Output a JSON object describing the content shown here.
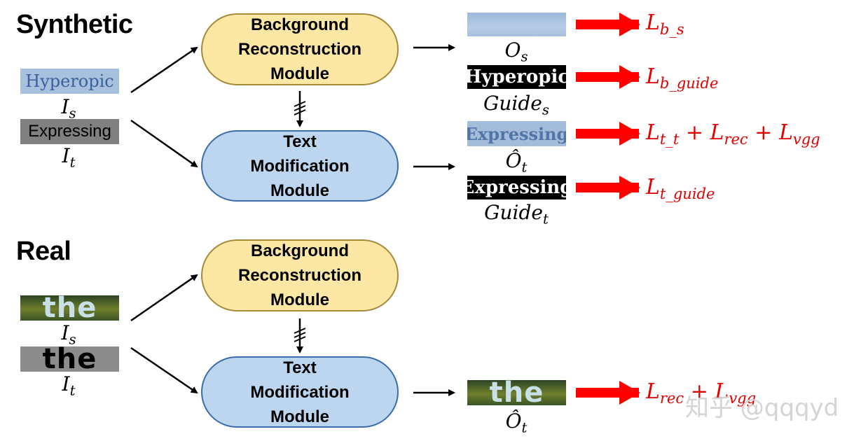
{
  "sections": {
    "synthetic": "Synthetic",
    "real": "Real"
  },
  "modules": {
    "bg_line1": "Background",
    "bg_line2": "Reconstruction",
    "bg_line3": "Module",
    "tm_line1": "Text",
    "tm_line2": "Modification",
    "tm_line3": "Module"
  },
  "inputs": {
    "synthetic_source_word": "Hyperopic",
    "synthetic_target_word": "Expressing",
    "real_source_word": "the",
    "real_target_word": "the",
    "label_source_base": "I",
    "label_source_sub": "s",
    "label_target_base": "I",
    "label_target_sub": "t"
  },
  "outputs": {
    "os_base": "O",
    "os_sub": "s",
    "guide_s_word": "Hyperopic",
    "guide_s_base": "Guide",
    "guide_s_sub": "s",
    "ot_word": "Expressing",
    "ot_base": "Ô",
    "ot_sub": "t",
    "guide_t_word": "Expressing",
    "guide_t_base": "Guide",
    "guide_t_sub": "t",
    "real_ot_word": "the",
    "real_ot_base": "Ô",
    "real_ot_sub": "t"
  },
  "losses": {
    "l_bs_base": "L",
    "l_bs_sub": "b_s",
    "l_bguide_base": "L",
    "l_bguide_sub": "b_guide",
    "l_tt_base": "L",
    "l_tt_sub": "t_t",
    "plus1": "+",
    "l_rec_base": "L",
    "l_rec_sub": "rec",
    "plus2": "+",
    "l_vgg_base": "L",
    "l_vgg_sub": "vgg",
    "l_tguide_base": "L",
    "l_tguide_sub": "t_guide",
    "real_l_rec_base": "L",
    "real_l_rec_sub": "rec",
    "real_plus": "+",
    "real_l_vgg_base": "L",
    "real_l_vgg_sub": "vgg"
  },
  "watermark": "知乎 @qqqyd",
  "colors": {
    "loss_red": "#e20000",
    "bg_module_fill": "#fce7a4",
    "tm_module_fill": "#bcd6ef"
  }
}
